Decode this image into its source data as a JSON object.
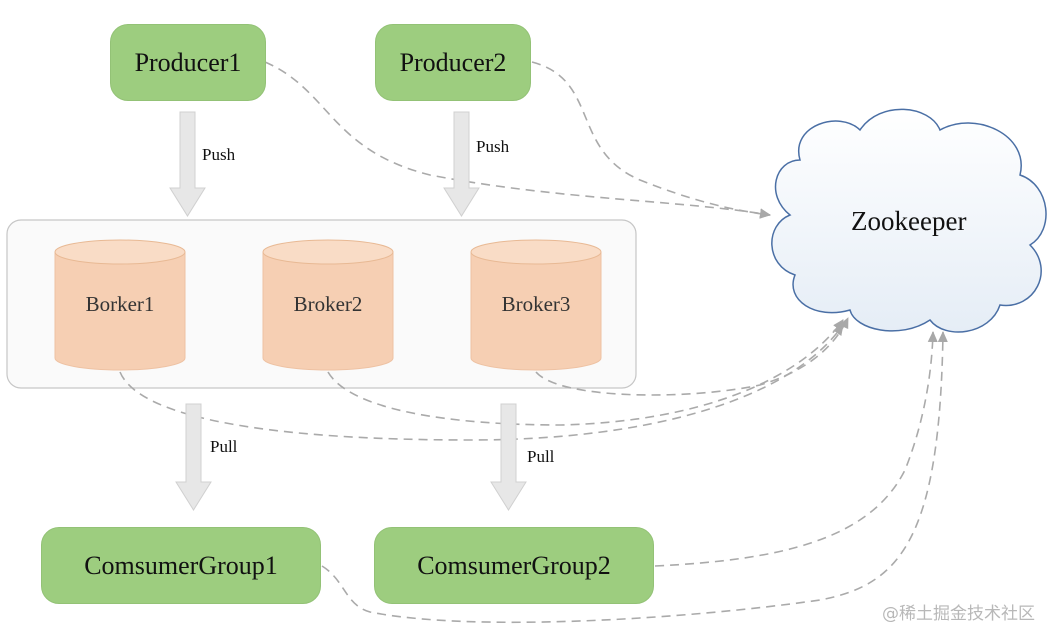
{
  "producers": [
    {
      "label": "Producer1"
    },
    {
      "label": "Producer2"
    }
  ],
  "brokers": [
    {
      "label": "Borker1"
    },
    {
      "label": "Broker2"
    },
    {
      "label": "Broker3"
    }
  ],
  "consumers": [
    {
      "label": "ComsumerGroup1"
    },
    {
      "label": "ComsumerGroup2"
    }
  ],
  "zookeeper": {
    "label": "Zookeeper"
  },
  "edge_labels": {
    "push1": "Push",
    "push2": "Push",
    "pull1": "Pull",
    "pull2": "Pull"
  },
  "watermark": "@稀土掘金技术社区",
  "colors": {
    "node_fill": "#9dcd7f",
    "broker_fill": "#f6cfb3",
    "cloud_stroke": "#4a6fa5",
    "dashed_line": "#aaaaaa",
    "arrow_fill": "#e6e6e6"
  }
}
